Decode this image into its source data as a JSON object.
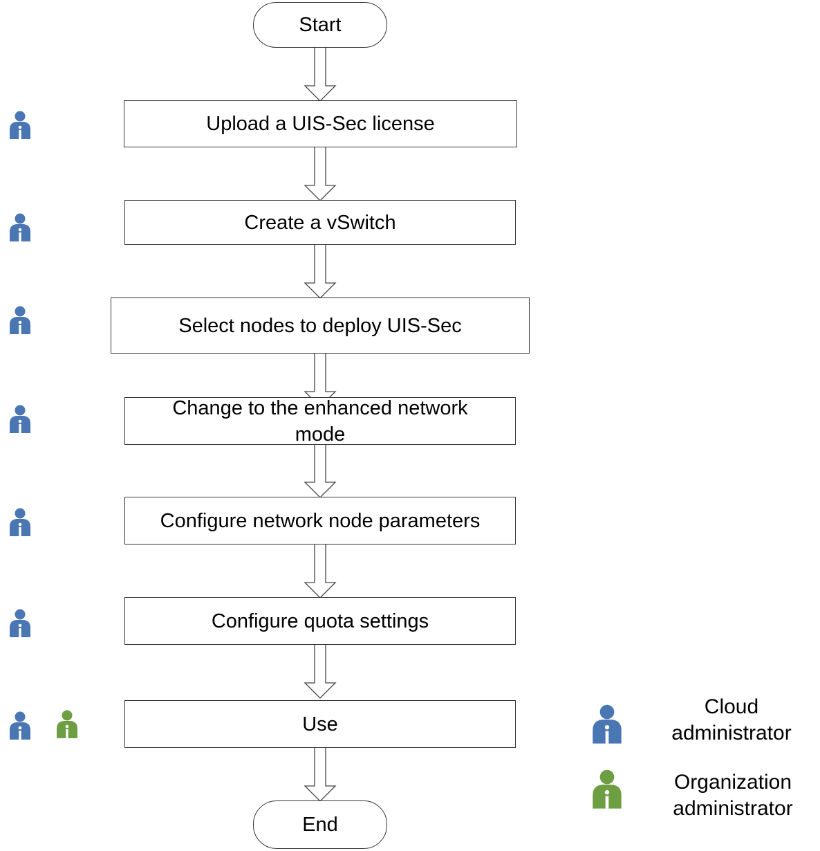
{
  "flow": {
    "start": "Start",
    "steps": [
      "Upload a UIS-Sec license",
      "Create a vSwitch",
      "Select nodes to deploy UIS-Sec",
      "Change to the enhanced network mode",
      "Configure network node parameters",
      "Configure quota settings",
      "Use"
    ],
    "end": "End"
  },
  "roles": {
    "cloud": {
      "icon": "user-icon",
      "color": "#4a76b4"
    },
    "org": {
      "icon": "user-icon",
      "color": "#6e9e42"
    }
  },
  "legend": {
    "cloud_line1": "Cloud",
    "cloud_line2": "administrator",
    "org_line1": "Organization",
    "org_line2": "administrator"
  }
}
